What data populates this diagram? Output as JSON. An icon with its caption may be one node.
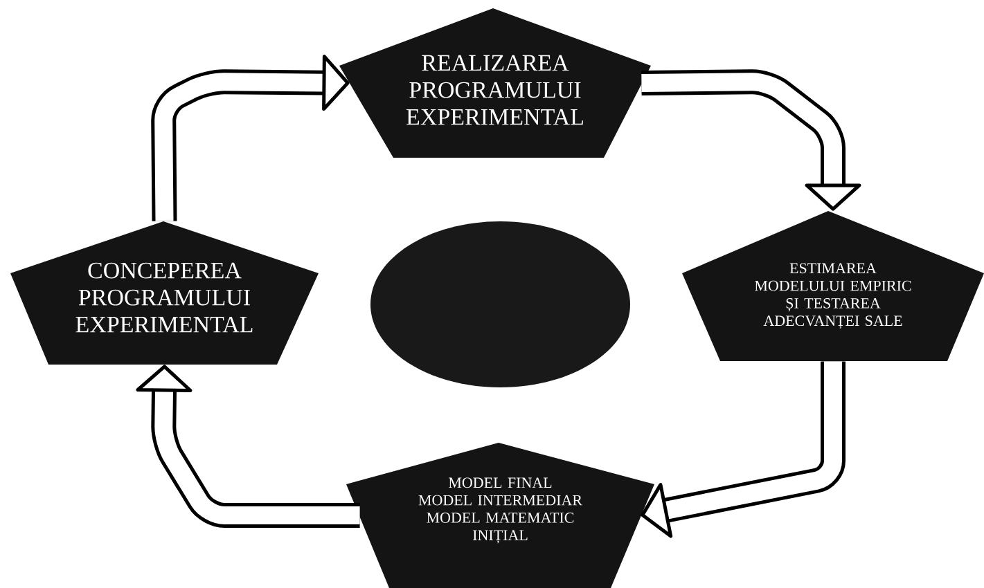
{
  "diagram": {
    "nodes": [
      {
        "text": [
          "REALIZAREA PROGRAMULUI EXPERIMENTAL"
        ]
      },
      {
        "text": [
          "ESTIMAREA MODELULUI EMPIRIC ȘI TESTAREA ADECVANȚEI SALE"
        ]
      },
      {
        "text": [
          "MODEL FINAL",
          "MODEL INTERMEDIAR",
          "MODEL MATEMATIC INIȚIAL"
        ]
      },
      {
        "text": [
          "CONCEPEREA PROGRAMULUI EXPERIMENTAL"
        ]
      },
      {
        "text": [],
        "shape": "circle"
      }
    ],
    "edges": [
      {
        "from": 0,
        "to": 1,
        "arrow": "to"
      },
      {
        "from": 1,
        "to": 2,
        "arrow": "to"
      },
      {
        "from": 2,
        "to": 3,
        "arrow": "to"
      },
      {
        "from": 3,
        "to": 0,
        "arrow": "to"
      }
    ]
  }
}
